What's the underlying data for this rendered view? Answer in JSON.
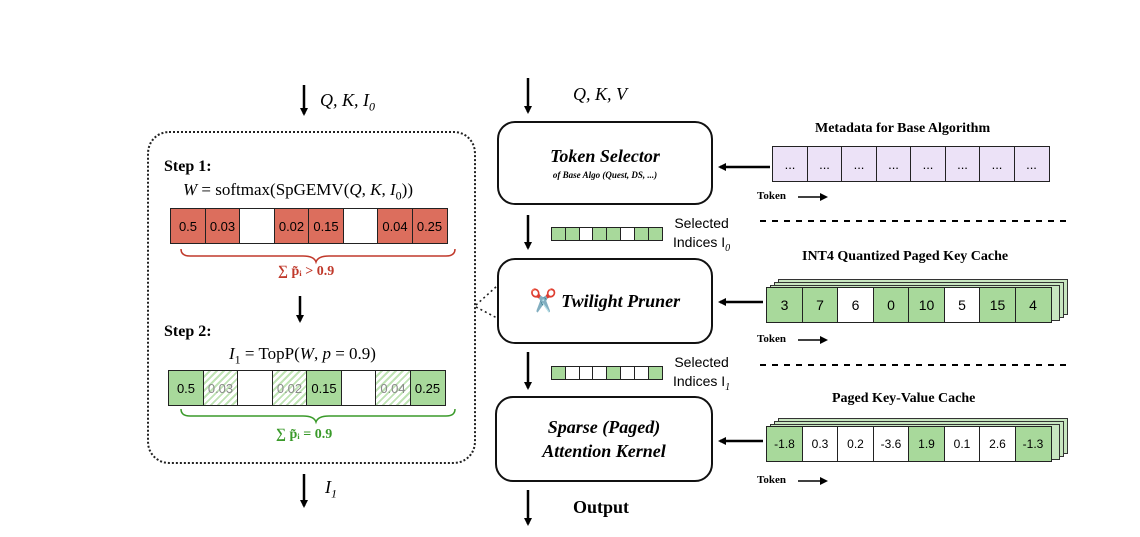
{
  "left": {
    "input_label": "Q, K, I",
    "input_sub": "0",
    "step1": {
      "title": "Step 1:",
      "formula_pre": "W = softmax(SpGEMV(Q, K, I",
      "formula_sub": "0",
      "formula_post": "))",
      "cells": [
        "0.5",
        "0.03",
        "",
        "0.02",
        "0.15",
        "",
        "0.04",
        "0.25"
      ],
      "sum_label": "∑ p̃ᵢ > 0.9"
    },
    "step2": {
      "title": "Step 2:",
      "formula_pre": "I",
      "formula_sub": "1",
      "formula_post": " = TopP(W, p = 0.9)",
      "cells": [
        "0.5",
        "0.03",
        "",
        "0.02",
        "0.15",
        "",
        "0.04",
        "0.25"
      ],
      "sum_label": "∑ p̃ᵢ = 0.9"
    },
    "output_label": "I",
    "output_sub": "1"
  },
  "center": {
    "input_label": "Q, K, V",
    "token_selector": {
      "title": "Token Selector",
      "subtitle": "of Base Algo (Quest, DS, ...)"
    },
    "selected0": {
      "line1": "Selected",
      "line2": "Indices I",
      "sub": "0"
    },
    "pruner": {
      "icon": "✂️",
      "title": "Twilight Pruner"
    },
    "selected1": {
      "line1": "Selected",
      "line2": "Indices I",
      "sub": "1"
    },
    "attention": {
      "line1": "Sparse (Paged)",
      "line2": "Attention Kernel"
    },
    "output_label": "Output"
  },
  "right": {
    "metadata": {
      "title": "Metadata for Base Algorithm",
      "cells": [
        "...",
        "...",
        "...",
        "...",
        "...",
        "...",
        "...",
        "..."
      ],
      "token_label": "Token"
    },
    "key_cache": {
      "title": "INT4 Quantized Paged Key Cache",
      "cells": [
        "3",
        "7",
        "6",
        "0",
        "10",
        "5",
        "15",
        "4"
      ],
      "token_label": "Token"
    },
    "kv_cache": {
      "title": "Paged Key-Value Cache",
      "cells": [
        "-1.8",
        "0.3",
        "0.2",
        "-3.6",
        "1.9",
        "0.1",
        "2.6",
        "-1.3"
      ],
      "token_label": "Token"
    }
  },
  "colors": {
    "red": "#dc6e5d",
    "green": "#a8d99b",
    "lavender": "#ece2f7",
    "sum_red": "#c0392b",
    "sum_green": "#3a9a2a"
  }
}
